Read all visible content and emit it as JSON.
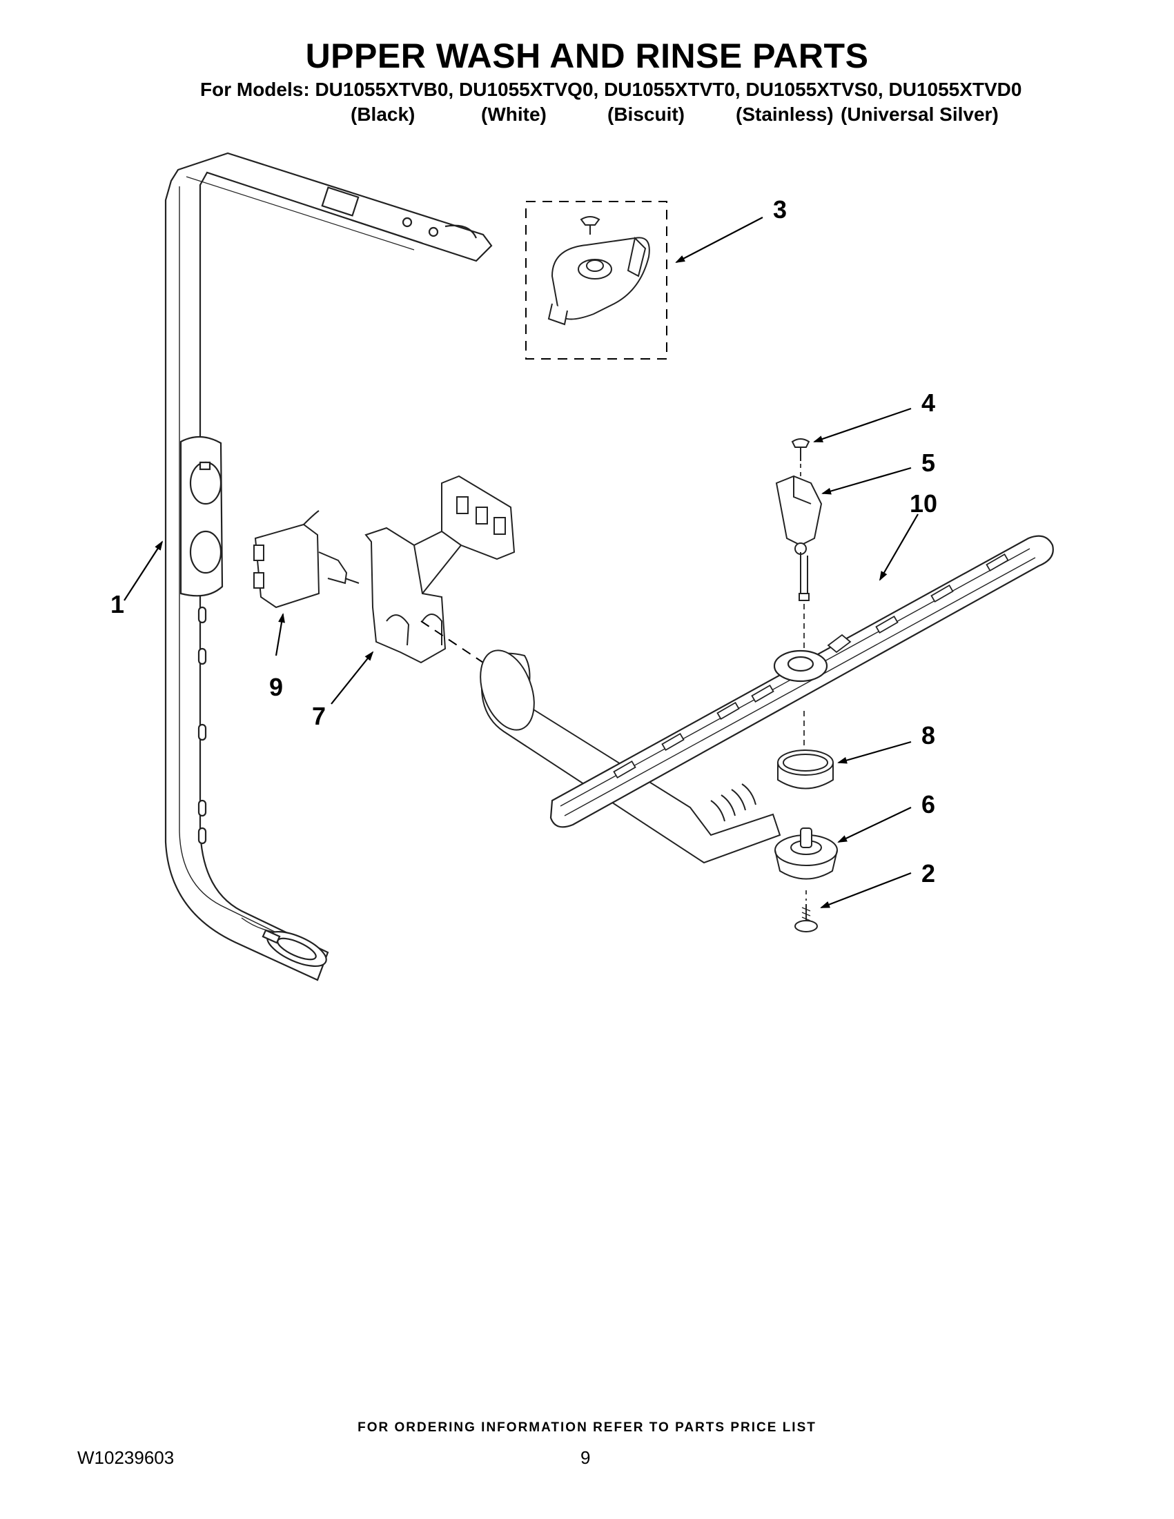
{
  "header": {
    "title": "UPPER WASH AND RINSE PARTS",
    "models_line": "For Models: DU1055XTVB0, DU1055XTVQ0, DU1055XTVT0, DU1055XTVS0, DU1055XTVD0",
    "model_colors": [
      "(Black)",
      "(White)",
      "(Biscuit)",
      "(Stainless)",
      "(Universal Silver)"
    ]
  },
  "diagram": {
    "callouts": [
      "1",
      "2",
      "3",
      "4",
      "5",
      "6",
      "7",
      "8",
      "9",
      "10"
    ]
  },
  "footer": {
    "ordering_note": "FOR ORDERING INFORMATION REFER TO PARTS PRICE LIST",
    "document_id": "W10239603",
    "page_number": "9"
  }
}
